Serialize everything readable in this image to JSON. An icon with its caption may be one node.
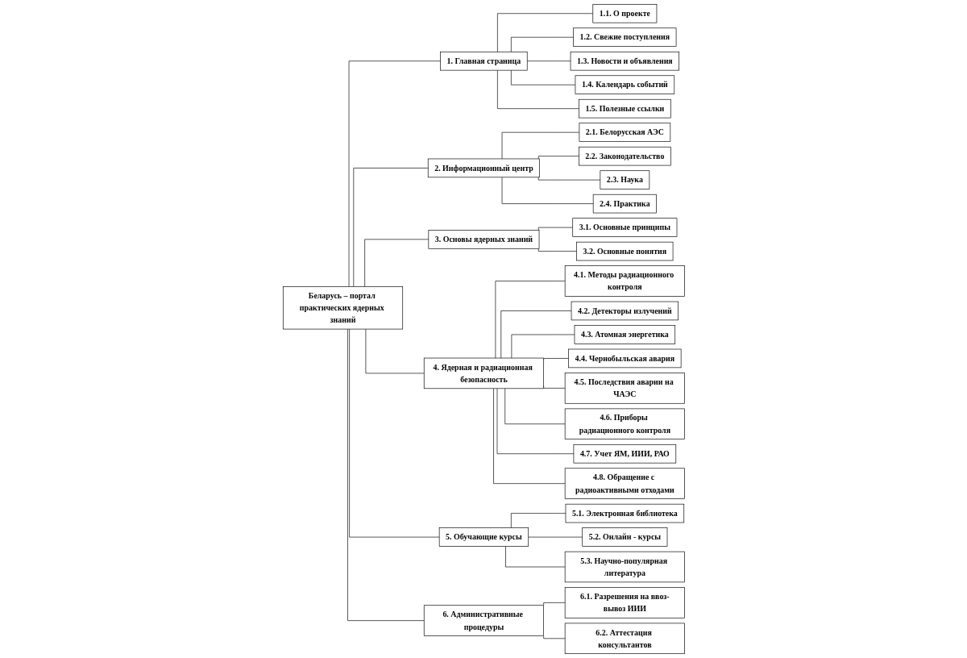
{
  "diagram": {
    "nodes": [
      {
        "text": [
          "Беларусь – портал практических ядерных знаний"
        ]
      },
      {
        "text": [
          "1. Главная страница"
        ]
      },
      {
        "text": [
          "1.1. О проекте"
        ]
      },
      {
        "text": [
          "1.2. Свежие поступления"
        ]
      },
      {
        "text": [
          "1.3. Новости и объявления"
        ]
      },
      {
        "text": [
          "1.4. Календарь событий"
        ]
      },
      {
        "text": [
          "1.5. Полезные ссылки"
        ]
      },
      {
        "text": [
          "2. Информационный центр"
        ]
      },
      {
        "text": [
          "2.1. Белорусская АЭС"
        ]
      },
      {
        "text": [
          "2.2. Законодательство"
        ]
      },
      {
        "text": [
          "2.3. Наука"
        ]
      },
      {
        "text": [
          "2.4. Практика"
        ]
      },
      {
        "text": [
          "3. Основы ядерных знаний"
        ]
      },
      {
        "text": [
          "3.1. Основные принципы"
        ]
      },
      {
        "text": [
          "3.2. Основные понятия"
        ]
      },
      {
        "text": [
          "4. Ядерная и радиационная безопасность"
        ]
      },
      {
        "text": [
          "4.1. Методы радиационного контроля"
        ]
      },
      {
        "text": [
          "4.2. Детекторы излучений"
        ]
      },
      {
        "text": [
          "4.3. Атомная энергетика"
        ]
      },
      {
        "text": [
          "4.4. Чернобыльская авария"
        ]
      },
      {
        "text": [
          "4.5. Последствия аварии на ЧАЭС"
        ]
      },
      {
        "text": [
          "4.6. Приборы радиационного контроля"
        ]
      },
      {
        "text": [
          "4.7. Учет ЯМ, ИИИ, РАО"
        ]
      },
      {
        "text": [
          "4.8. Обращение с радиоактивными отходами"
        ]
      },
      {
        "text": [
          "5. Обучающие курсы"
        ]
      },
      {
        "text": [
          "5.1. Электронная библиотека"
        ]
      },
      {
        "text": [
          "5.2. Онлайн - курсы"
        ]
      },
      {
        "text": [
          "5.3. Научно-популярная литература"
        ]
      },
      {
        "text": [
          "6. Административные процедуры"
        ]
      },
      {
        "text": [
          "6.1. Разрешения на ввоз-вывоз ИИИ"
        ]
      },
      {
        "text": [
          "6.2. Аттестация консультантов"
        ]
      }
    ],
    "edges": [
      {
        "from": 0,
        "to": 1,
        "arrow": "none"
      },
      {
        "from": 0,
        "to": 7,
        "arrow": "none"
      },
      {
        "from": 0,
        "to": 12,
        "arrow": "none"
      },
      {
        "from": 0,
        "to": 15,
        "arrow": "none"
      },
      {
        "from": 0,
        "to": 24,
        "arrow": "none"
      },
      {
        "from": 0,
        "to": 28,
        "arrow": "none"
      },
      {
        "from": 1,
        "to": 2,
        "arrow": "none"
      },
      {
        "from": 1,
        "to": 3,
        "arrow": "none"
      },
      {
        "from": 1,
        "to": 4,
        "arrow": "none"
      },
      {
        "from": 1,
        "to": 5,
        "arrow": "none"
      },
      {
        "from": 1,
        "to": 6,
        "arrow": "none"
      },
      {
        "from": 7,
        "to": 8,
        "arrow": "none"
      },
      {
        "from": 7,
        "to": 9,
        "arrow": "none"
      },
      {
        "from": 7,
        "to": 10,
        "arrow": "none"
      },
      {
        "from": 7,
        "to": 11,
        "arrow": "none"
      },
      {
        "from": 12,
        "to": 13,
        "arrow": "none"
      },
      {
        "from": 12,
        "to": 14,
        "arrow": "none"
      },
      {
        "from": 15,
        "to": 16,
        "arrow": "none"
      },
      {
        "from": 15,
        "to": 17,
        "arrow": "none"
      },
      {
        "from": 15,
        "to": 18,
        "arrow": "none"
      },
      {
        "from": 15,
        "to": 19,
        "arrow": "none"
      },
      {
        "from": 15,
        "to": 20,
        "arrow": "none"
      },
      {
        "from": 15,
        "to": 21,
        "arrow": "none"
      },
      {
        "from": 15,
        "to": 22,
        "arrow": "none"
      },
      {
        "from": 15,
        "to": 23,
        "arrow": "none"
      },
      {
        "from": 24,
        "to": 25,
        "arrow": "none"
      },
      {
        "from": 24,
        "to": 26,
        "arrow": "none"
      },
      {
        "from": 24,
        "to": 27,
        "arrow": "none"
      },
      {
        "from": 28,
        "to": 29,
        "arrow": "none"
      },
      {
        "from": 28,
        "to": 30,
        "arrow": "none"
      }
    ]
  }
}
